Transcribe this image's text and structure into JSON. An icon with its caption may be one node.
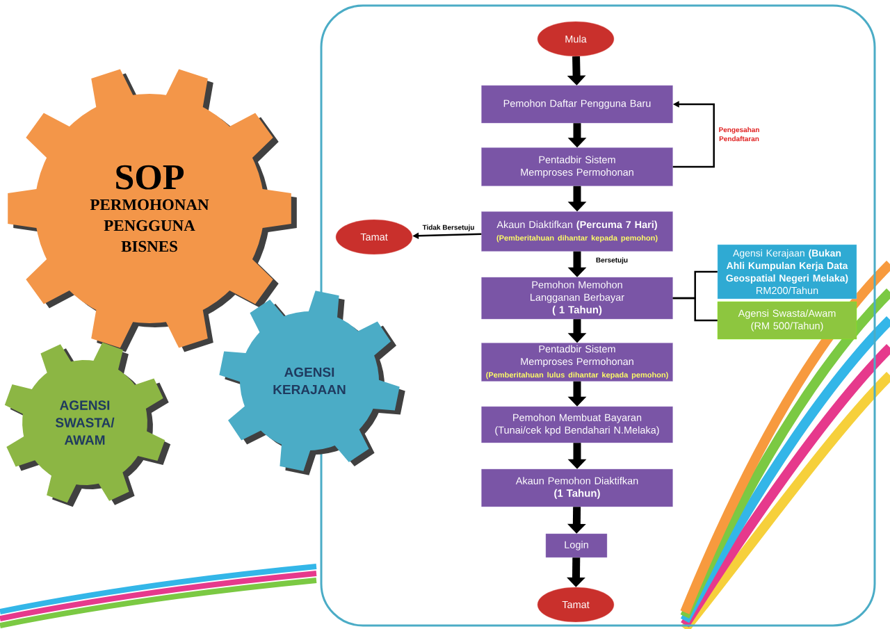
{
  "diagram": {
    "nodes": [
      {
        "text": [
          "SOP",
          "PERMOHONAN PENGGUNA BISNES"
        ]
      },
      {
        "text": [
          "AGENSI KERAJAAN"
        ]
      },
      {
        "text": [
          "AGENSI SWASTA/ AWAM"
        ]
      },
      {
        "text": [
          "Mula"
        ]
      },
      {
        "text": [
          "Pemohon Daftar Pengguna Baru"
        ]
      },
      {
        "text": [
          "Pentadbir Sistem Memproses Permohonan"
        ]
      },
      {
        "text": [
          "Akaun Diaktifkan **(Percuma 7 Hari)**",
          "(Pemberitahuan dihantar kepada pemohon)"
        ]
      },
      {
        "text": [
          "Tamat"
        ]
      },
      {
        "text": [
          "Pemohon Memohon Langganan Berbayar",
          "( 1 Tahun)"
        ]
      },
      {
        "text": [
          "Agensi Kerajaan **(Bukan Ahli Kumpulan Kerja Data Geospatial Negeri Melaka)**",
          "RM200/Tahun"
        ]
      },
      {
        "text": [
          "Agensi Swasta/Awam (RM 500/Tahun)"
        ]
      },
      {
        "text": [
          "Pentadbir Sistem Memproses Permohonan",
          "(Pemberitahuan lulus dihantar kepada pemohon)"
        ]
      },
      {
        "text": [
          "Pemohon Membuat Bayaran (Tunai/cek kpd Bendahari N.Melaka)"
        ]
      },
      {
        "text": [
          "Akaun Pemohon Diaktifkan",
          "(1 Tahun)"
        ]
      },
      {
        "text": [
          "Login"
        ]
      },
      {
        "text": [
          "Tamat"
        ]
      }
    ],
    "edges": [
      {
        "from": 3,
        "to": 4,
        "arrow": "to"
      },
      {
        "from": 4,
        "to": 5,
        "arrow": "to"
      },
      {
        "from": 5,
        "to": 4,
        "arrow": "to",
        "label": "Pengesahan Pendaftaran"
      },
      {
        "from": 5,
        "to": 6,
        "arrow": "to"
      },
      {
        "from": 6,
        "to": 7,
        "arrow": "to",
        "label": "Tidak Bersetuju"
      },
      {
        "from": 6,
        "to": 8,
        "arrow": "to",
        "label": "Bersetuju"
      },
      {
        "from": 8,
        "to": 9,
        "arrow": "none"
      },
      {
        "from": 8,
        "to": 10,
        "arrow": "none"
      },
      {
        "from": 8,
        "to": 11,
        "arrow": "to"
      },
      {
        "from": 11,
        "to": 12,
        "arrow": "to"
      },
      {
        "from": 12,
        "to": 13,
        "arrow": "to"
      },
      {
        "from": 13,
        "to": 14,
        "arrow": "to"
      },
      {
        "from": 14,
        "to": 15,
        "arrow": "to"
      }
    ]
  }
}
